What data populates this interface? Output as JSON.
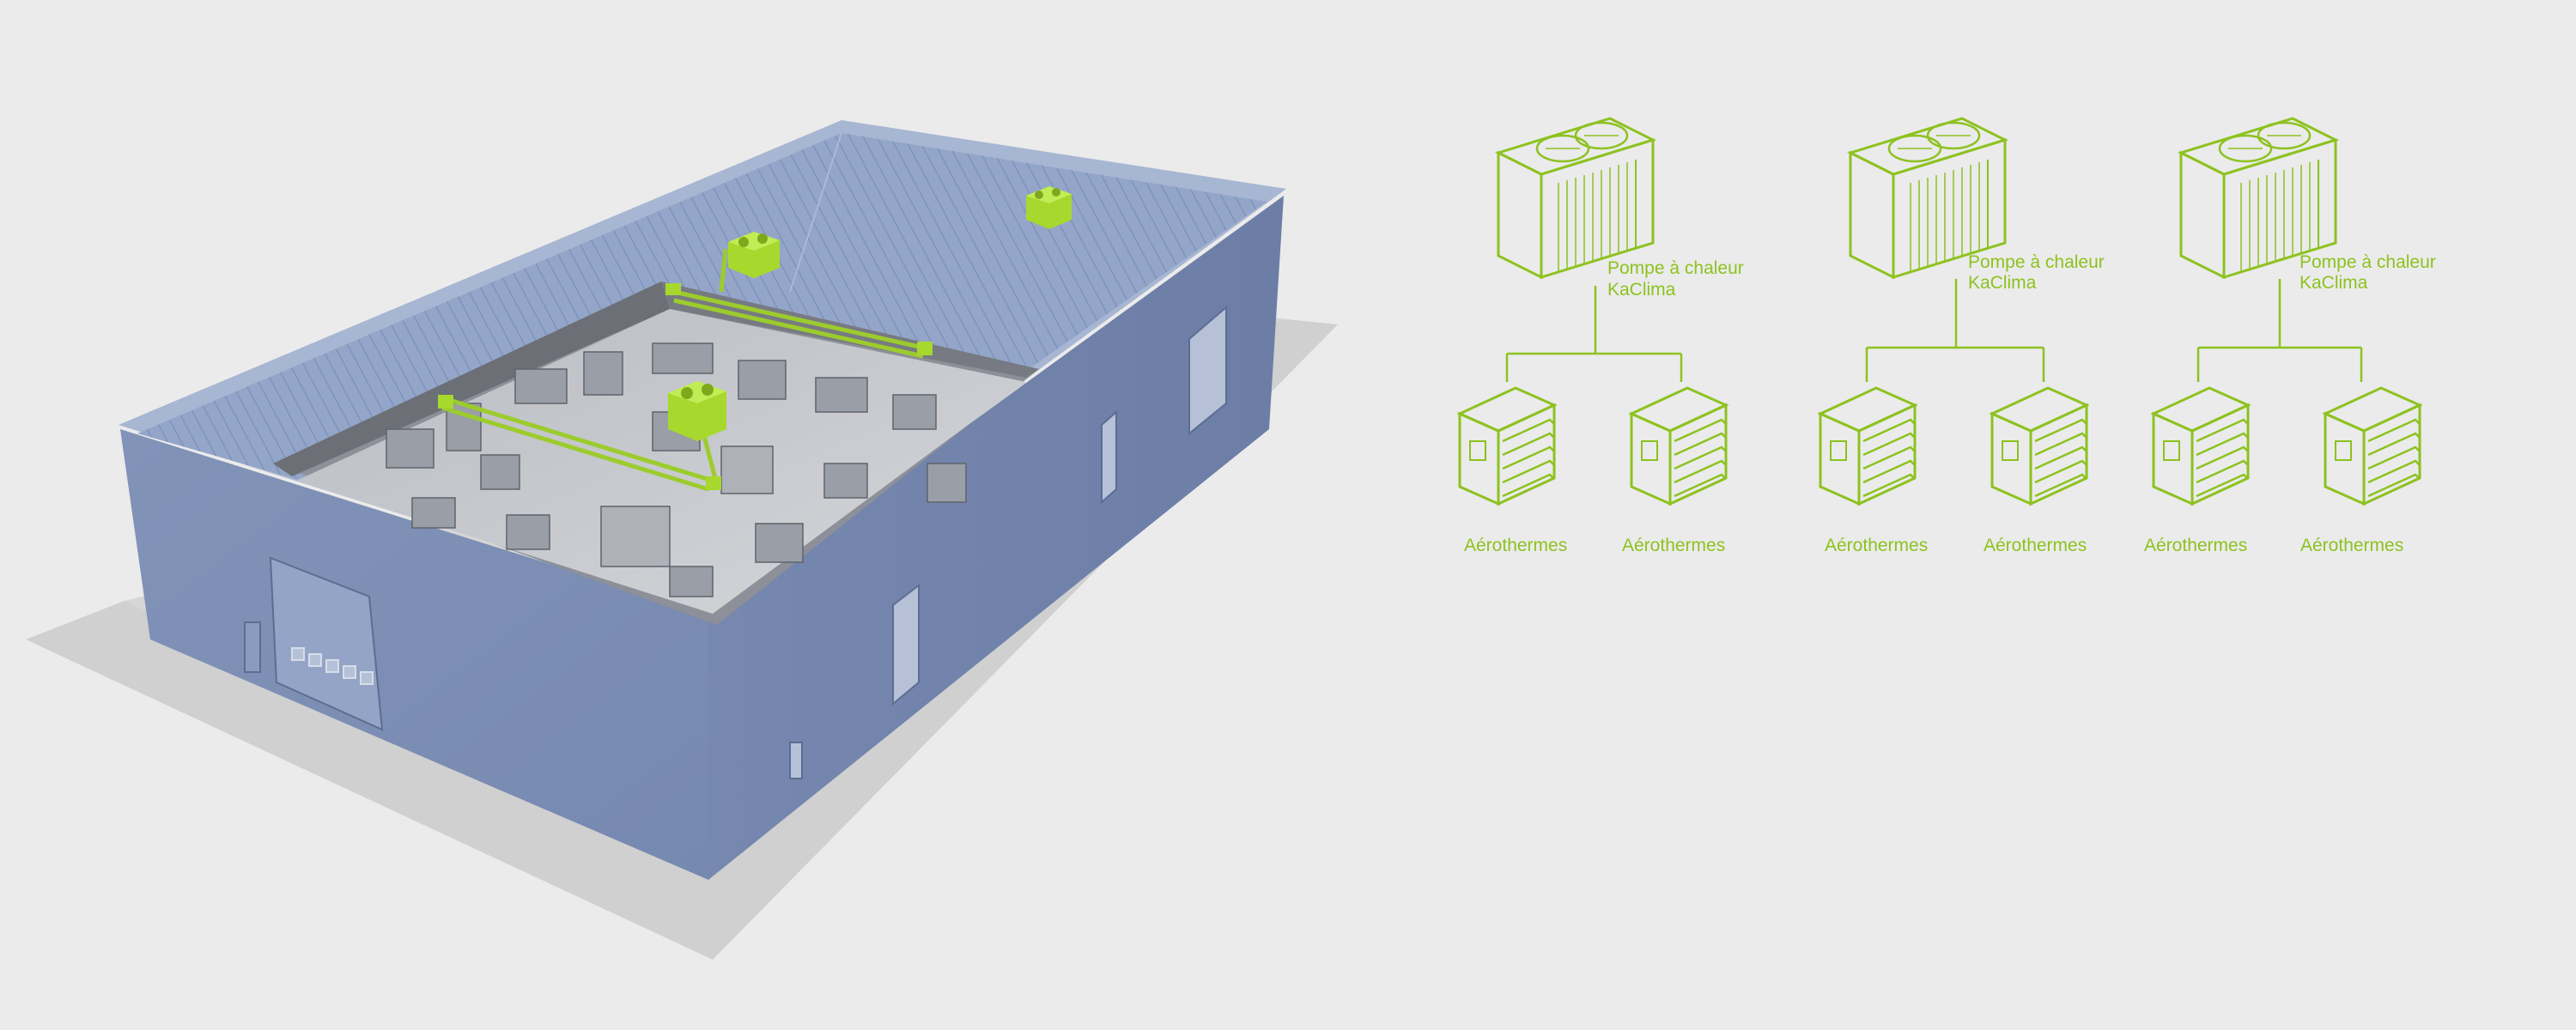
{
  "colors": {
    "accent": "#8dc21f",
    "building_wall": "#7d90b6",
    "building_roof": "#8fa3c7",
    "background": "#ebebeb"
  },
  "systems": [
    {
      "heat_pump_label_line1": "Pompe à chaleur",
      "heat_pump_label_line2": "KaClima",
      "units": [
        "Aérothermes",
        "Aérothermes"
      ]
    },
    {
      "heat_pump_label_line1": "Pompe à chaleur",
      "heat_pump_label_line2": "KaClima",
      "units": [
        "Aérothermes",
        "Aérothermes"
      ]
    },
    {
      "heat_pump_label_line1": "Pompe à chaleur",
      "heat_pump_label_line2": "KaClima",
      "units": [
        "Aérothermes",
        "Aérothermes"
      ]
    }
  ]
}
